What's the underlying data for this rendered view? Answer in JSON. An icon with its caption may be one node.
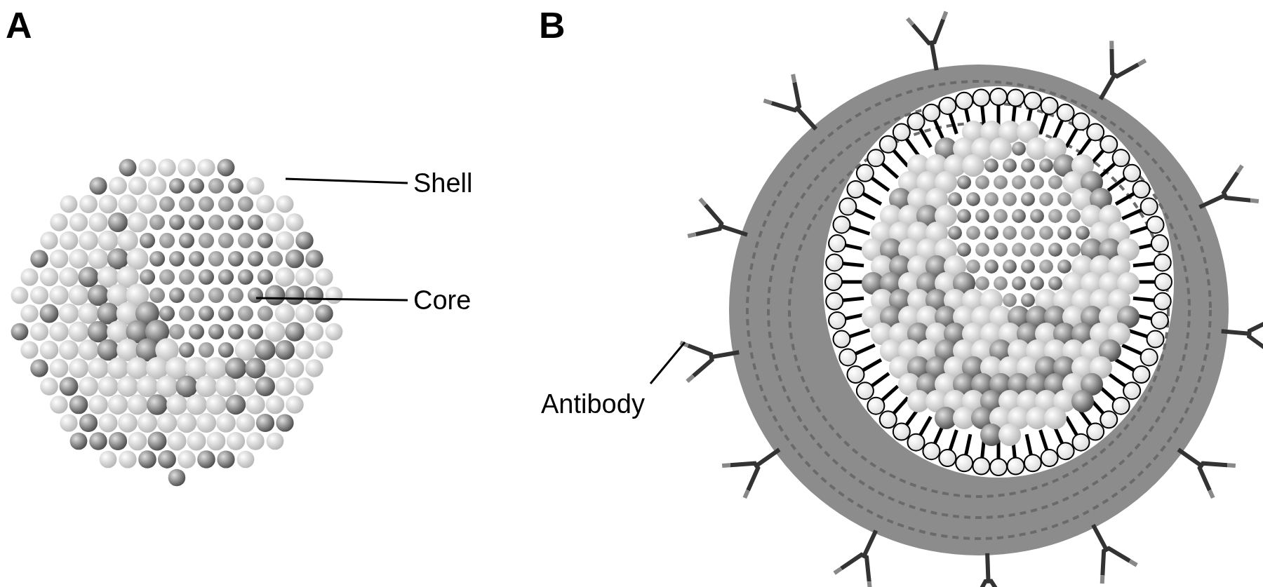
{
  "diagram": {
    "nodes": [
      {
        "text": [
          "Shell"
        ]
      },
      {
        "text": [
          "Core"
        ]
      },
      {
        "text": [
          "Antibody"
        ]
      }
    ],
    "edges": [
      {
        "from": 0,
        "to": null,
        "arrow": "none"
      },
      {
        "from": 1,
        "to": null,
        "arrow": "none"
      },
      {
        "from": 2,
        "to": null,
        "arrow": "none"
      }
    ],
    "labels": [
      "A",
      "B"
    ]
  }
}
